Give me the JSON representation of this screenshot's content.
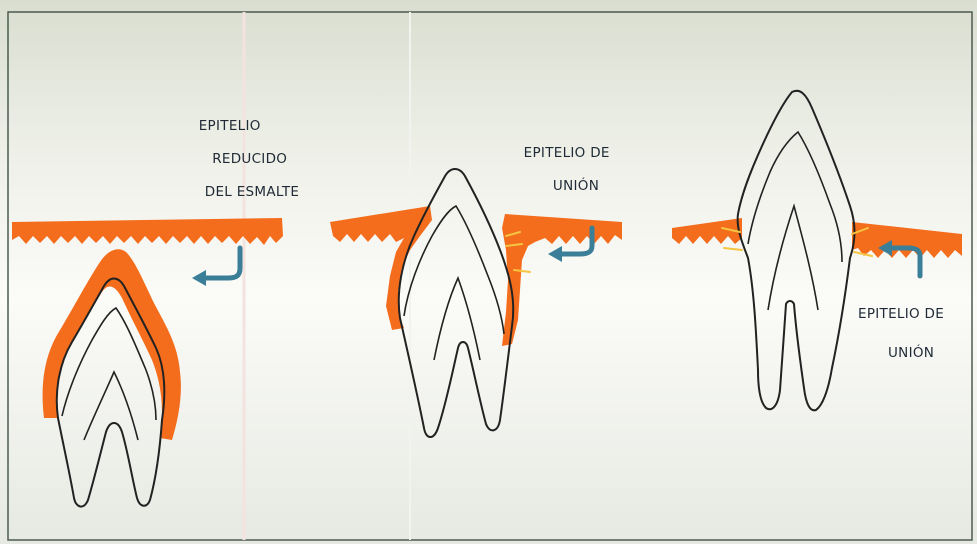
{
  "labels": {
    "reduced_enamel_epithelium": [
      "EPITELIO",
      "REDUCIDO",
      "DEL ESMALTE"
    ],
    "junctional_epithelium_stage2": [
      "EPITELIO DE",
      "UNIÓN"
    ],
    "junctional_epithelium_stage3": [
      "EPITELIO DE",
      "UNIÓN"
    ]
  },
  "colors": {
    "epithelium": "#f46d1c",
    "arrow": "#3a7f97",
    "attachment_marks": "#f5c542",
    "tooth_outline": "#222222",
    "background_top": "#dfe4d4",
    "background_mid": "#f7f8f2"
  }
}
